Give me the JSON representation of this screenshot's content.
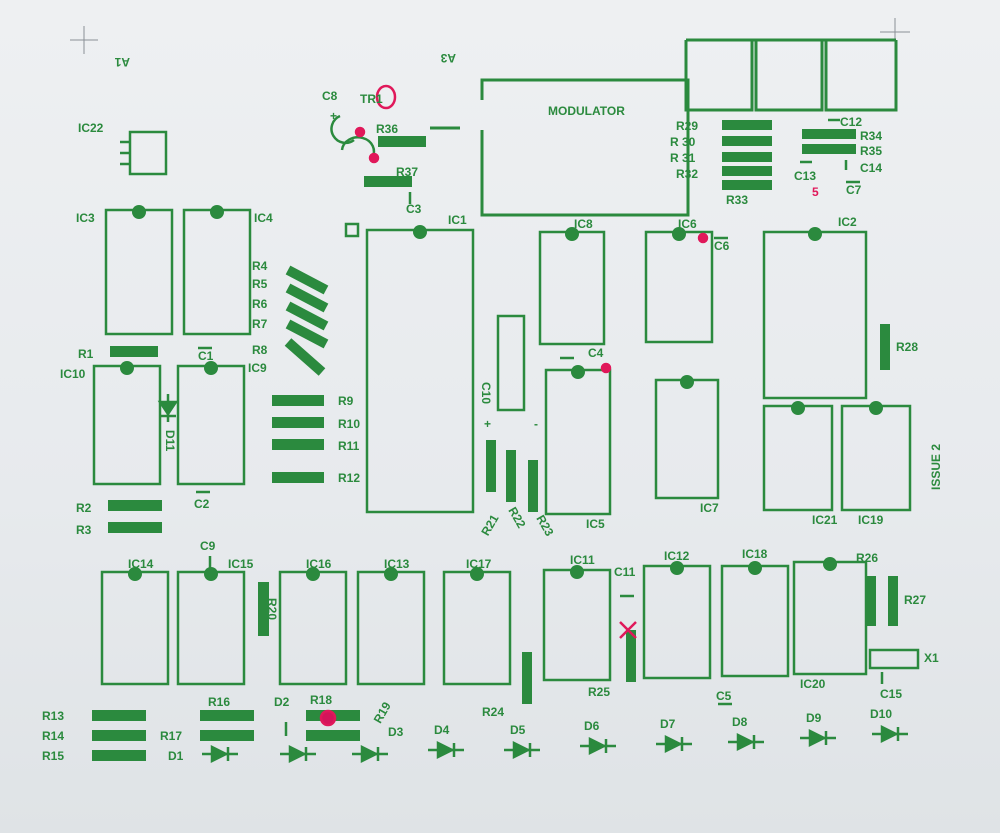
{
  "colors": {
    "silkscreen": "#2b8a3e",
    "marker": "#e0185a",
    "paper": "#eceef1"
  },
  "labels": {
    "a1": "A1",
    "a3": "A3",
    "issue": "ISSUE 2",
    "modulator": "MODULATOR",
    "ic1": "IC1",
    "ic2": "IC2",
    "ic3": "IC3",
    "ic4": "IC4",
    "ic5": "IC5",
    "ic6": "IC6",
    "ic7": "IC7",
    "ic8": "IC8",
    "ic9": "IC9",
    "ic10": "IC10",
    "ic11": "IC11",
    "ic12": "IC12",
    "ic13": "IC13",
    "ic14": "IC14",
    "ic15": "IC15",
    "ic16": "IC16",
    "ic17": "IC17",
    "ic18": "IC18",
    "ic19": "IC19",
    "ic20": "IC20",
    "ic21": "IC21",
    "ic22": "IC22",
    "r1": "R1",
    "r2": "R2",
    "r3": "R3",
    "r4": "R4",
    "r5": "R5",
    "r6": "R6",
    "r7": "R7",
    "r8": "R8",
    "r9": "R9",
    "r10": "R10",
    "r11": "R11",
    "r12": "R12",
    "r13": "R13",
    "r14": "R14",
    "r15": "R15",
    "r16": "R16",
    "r17": "R17",
    "r18": "R18",
    "r19": "R19",
    "r20": "R20",
    "r21": "R21",
    "r22": "R22",
    "r23": "R23",
    "r24": "R24",
    "r25": "R25",
    "r26": "R26",
    "r27": "R27",
    "r28": "R28",
    "r29": "R29",
    "r30": "R 30",
    "r31": "R 31",
    "r32": "R32",
    "r33": "R33",
    "r34": "R34",
    "r35": "R35",
    "r36": "R36",
    "r37": "R37",
    "c1": "C1",
    "c2": "C2",
    "c3": "C3",
    "c4": "C4",
    "c5": "C5",
    "c6": "C6",
    "c7": "C7",
    "c8": "C8",
    "c9": "C9",
    "c10": "C10",
    "c11": "C11",
    "c12": "C12",
    "c13": "C13",
    "c14": "C14",
    "c15": "C15",
    "d1": "D1",
    "d2": "D2",
    "d3": "D3",
    "d4": "D4",
    "d5": "D5",
    "d6": "D6",
    "d7": "D7",
    "d8": "D8",
    "d9": "D9",
    "d10": "D10",
    "d11": "D11",
    "tr1": "TR1",
    "x1": "X1",
    "plus1": "+",
    "plus2": "+",
    "minus": "-",
    "note5": "5"
  }
}
